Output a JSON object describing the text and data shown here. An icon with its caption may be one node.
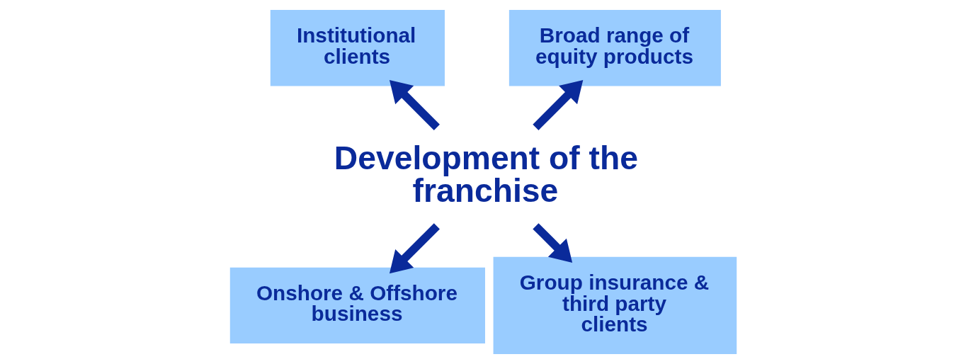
{
  "diagram": {
    "nodes": [
      {
        "text": [
          "Development of the franchise"
        ]
      },
      {
        "text": [
          "Broad range of equity products"
        ]
      },
      {
        "text": [
          "Institutional clients"
        ]
      },
      {
        "text": [
          "Onshore & Offshore business"
        ]
      },
      {
        "text": [
          "Group insurance & third party clients"
        ]
      }
    ],
    "edges": [
      {
        "from": 0,
        "to": 2,
        "arrow": "to"
      },
      {
        "from": 0,
        "to": 1,
        "arrow": "to"
      },
      {
        "from": 0,
        "to": 3,
        "arrow": "to"
      },
      {
        "from": 0,
        "to": 4,
        "arrow": "to"
      }
    ]
  }
}
